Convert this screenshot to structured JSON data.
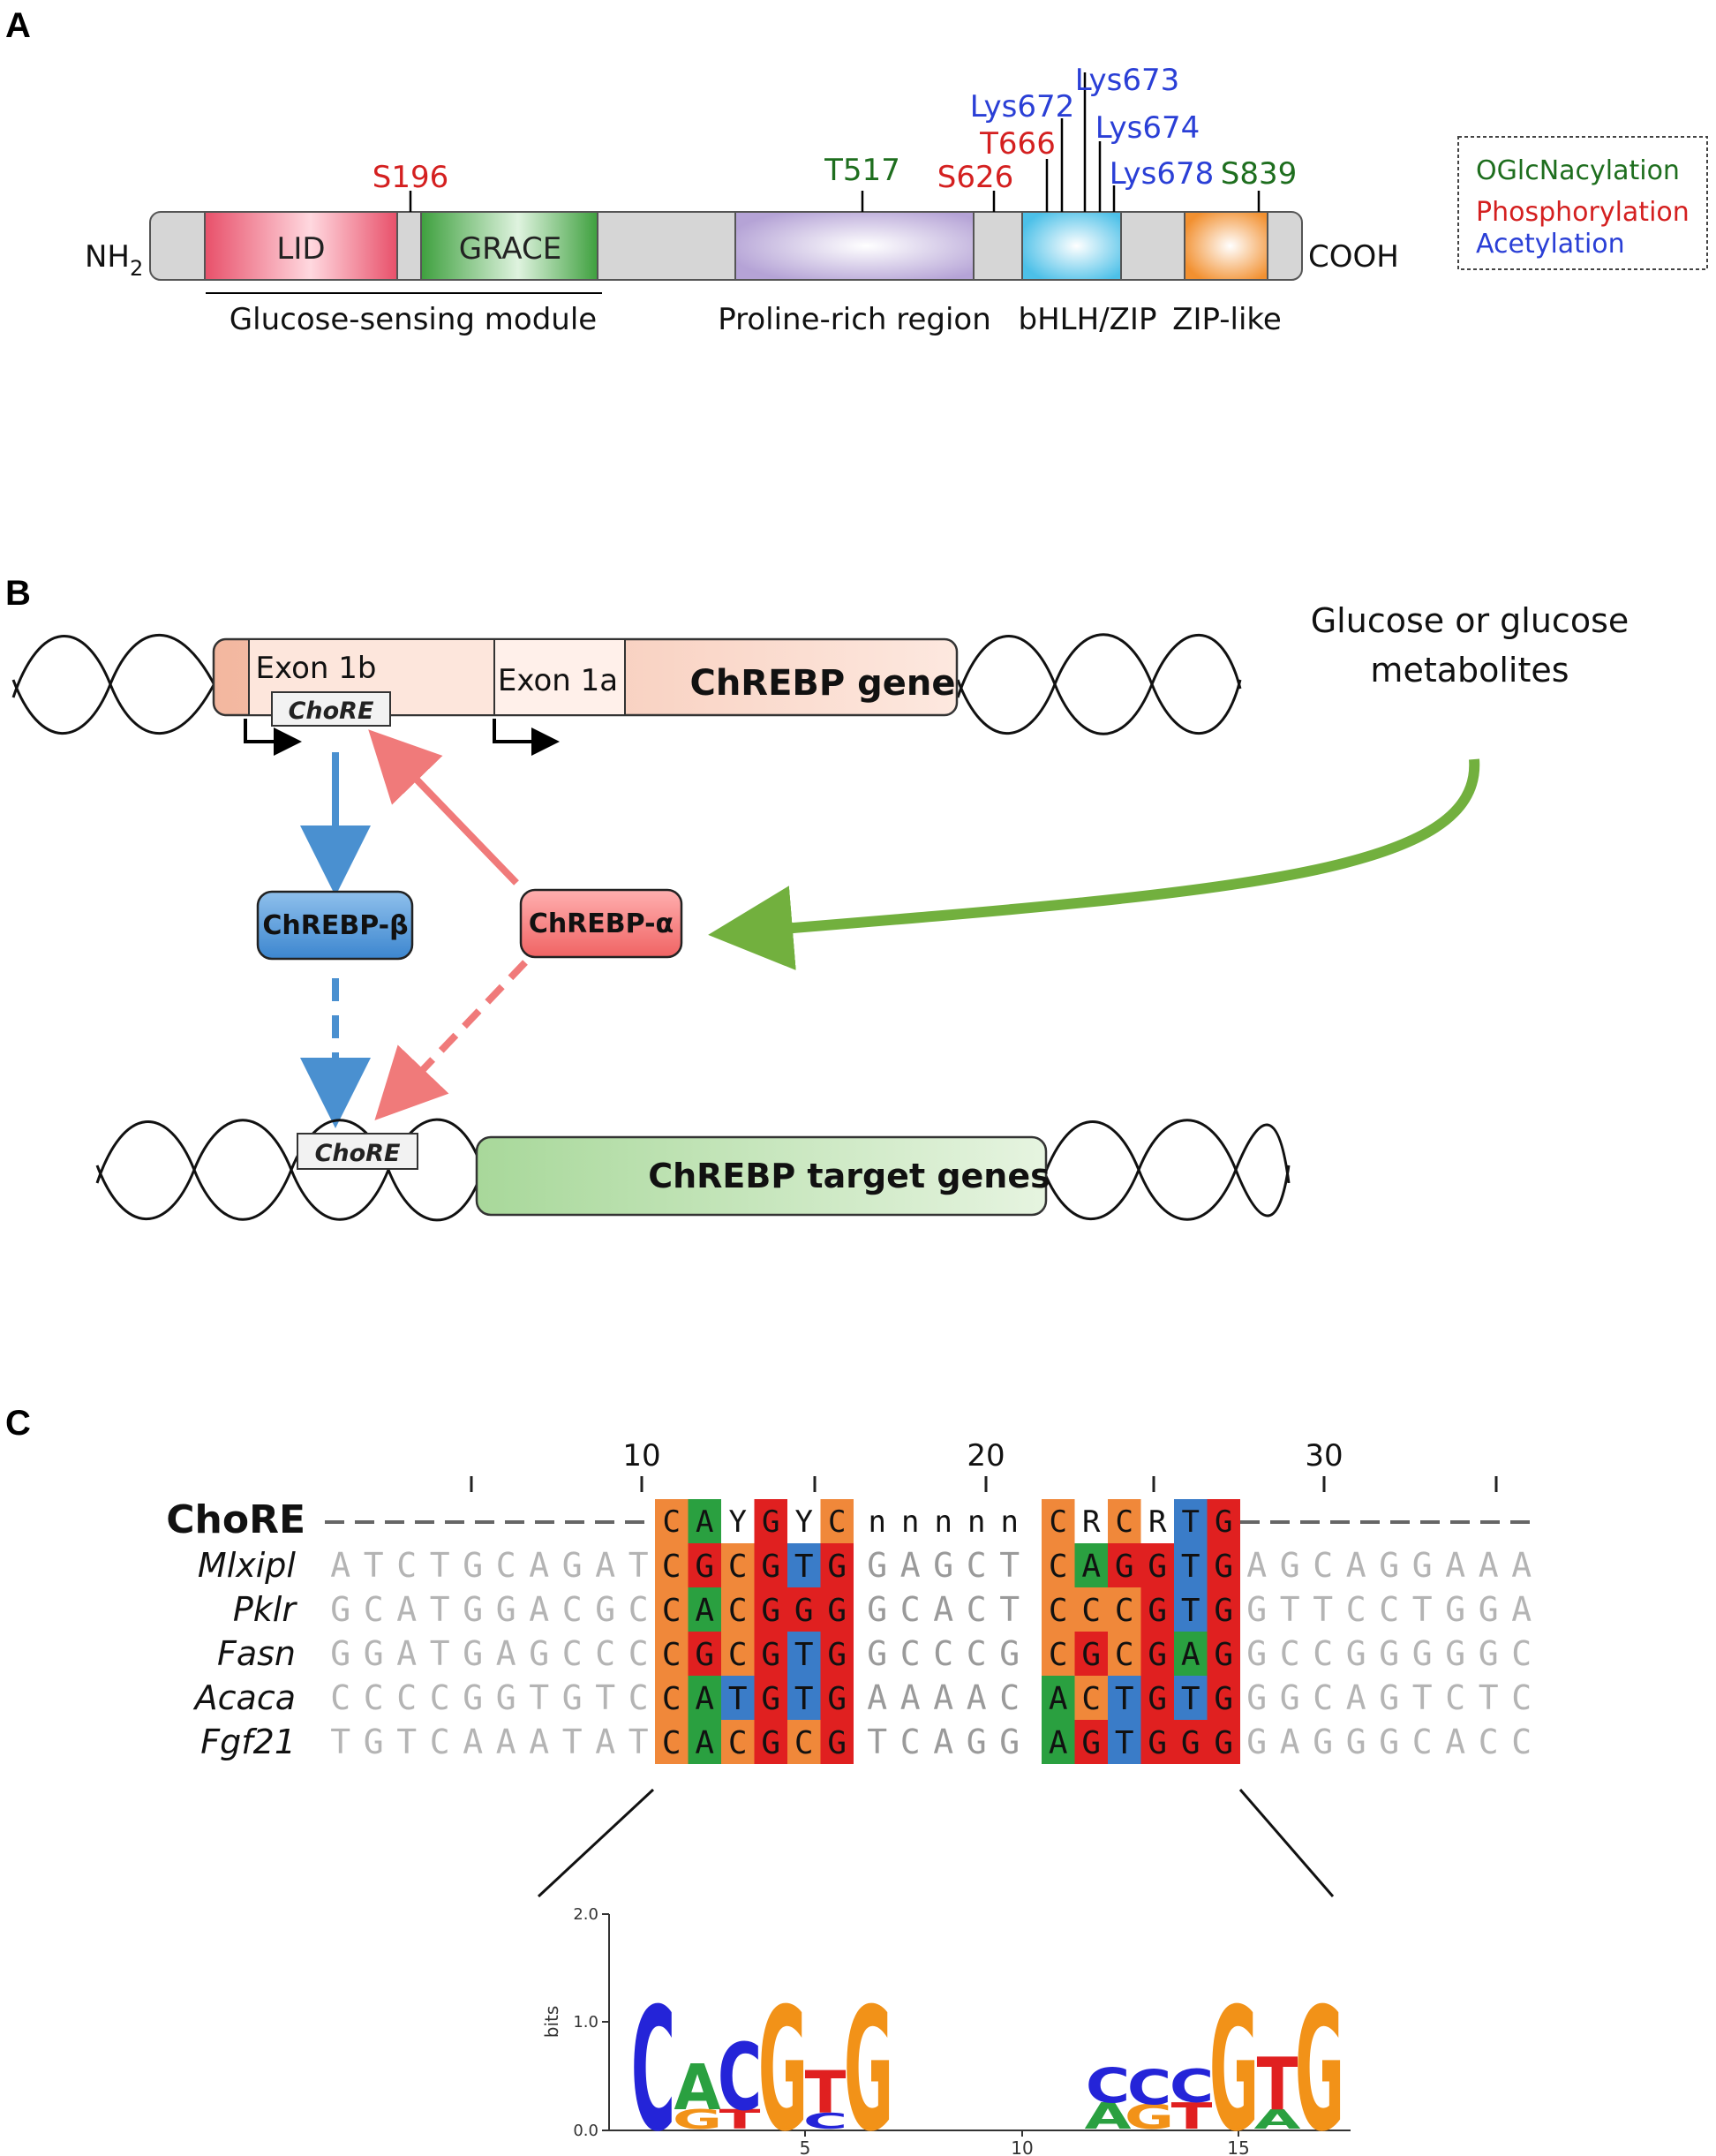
{
  "panels": {
    "a": "A",
    "b": "B",
    "c": "C"
  },
  "panel_a": {
    "nh2": "NH",
    "nh2_sub": "2",
    "cooh": "COOH",
    "domains": {
      "lid": "LID",
      "grace": "GRACE"
    },
    "region_labels": {
      "glucose_sensing": "Glucose-sensing module",
      "proline_rich": "Proline-rich region",
      "bhlh_zip": "bHLH/ZIP",
      "zip_like": "ZIP-like"
    },
    "sites": {
      "s196": "S196",
      "t517": "T517",
      "s626": "S626",
      "t666": "T666",
      "lys672": "Lys672",
      "lys673": "Lys673",
      "lys674": "Lys674",
      "lys678": "Lys678",
      "s839": "S839"
    },
    "legend": {
      "oglc": "OGlcNacylation",
      "phos": "Phosphorylation",
      "acet": "Acetylation"
    },
    "colors": {
      "oglc": "#1e6e1e",
      "phos": "#d42020",
      "acet": "#2a3fd6"
    }
  },
  "panel_b": {
    "exon_1b": "Exon 1b",
    "exon_1a": "Exon 1a",
    "chore_top": "ChoRE",
    "gene": "ChREBP gene",
    "glucose_line1": "Glucose or glucose",
    "glucose_line2": "metabolites",
    "beta": "ChREBP-β",
    "alpha": "ChREBP-α",
    "chore_bottom": "ChoRE",
    "targets": "ChREBP target genes"
  },
  "panel_c": {
    "ruler": [
      "10",
      "20",
      "30"
    ],
    "consensus_label": "ChoRE",
    "consensus_left": [
      "C",
      "A",
      "Y",
      "G",
      "Y",
      "C"
    ],
    "consensus_mid": "nnnnn",
    "consensus_right": [
      "C",
      "R",
      "C",
      "R",
      "T",
      "G"
    ],
    "rows": [
      {
        "gene": "Mlxipl",
        "left": "ATCTGCAGAT",
        "core1": "CGCGTG",
        "mid": "GAGCT",
        "core2": "CAGGTG",
        "right": "AGCAGGAAA"
      },
      {
        "gene": "Pklr",
        "left": "GCATGGACGC",
        "core1": "CACGGG",
        "mid": "GCACT",
        "core2": "CCCGTG",
        "right": "GTTCCTGGA"
      },
      {
        "gene": "Fasn",
        "left": "GGATGAGCCC",
        "core1": "CGCGTG",
        "mid": "GCCCG",
        "core2": "CGCGAG",
        "right": "GCCGGGGGC"
      },
      {
        "gene": "Acaca",
        "left": "CCCCGGTGTC",
        "core1": "CATGTG",
        "mid": "AAAAC",
        "core2": "ACTGTG",
        "right": "GGCAGTCTC"
      },
      {
        "gene": "Fgf21",
        "left": "TGTCAAATAT",
        "core1": "CACGCG",
        "mid": "TCAGG",
        "core2": "AGTGGG",
        "right": "GAGGGCACC"
      }
    ],
    "base_colors": {
      "C": "#f0883a",
      "G": "#e02020",
      "A": "#2aa040",
      "T": "#3a7cc8"
    },
    "logo": {
      "ylabel": "bits",
      "yticks": [
        "0.0",
        "1.0",
        "2.0"
      ],
      "xticks": [
        "5",
        "10",
        "15"
      ]
    }
  }
}
